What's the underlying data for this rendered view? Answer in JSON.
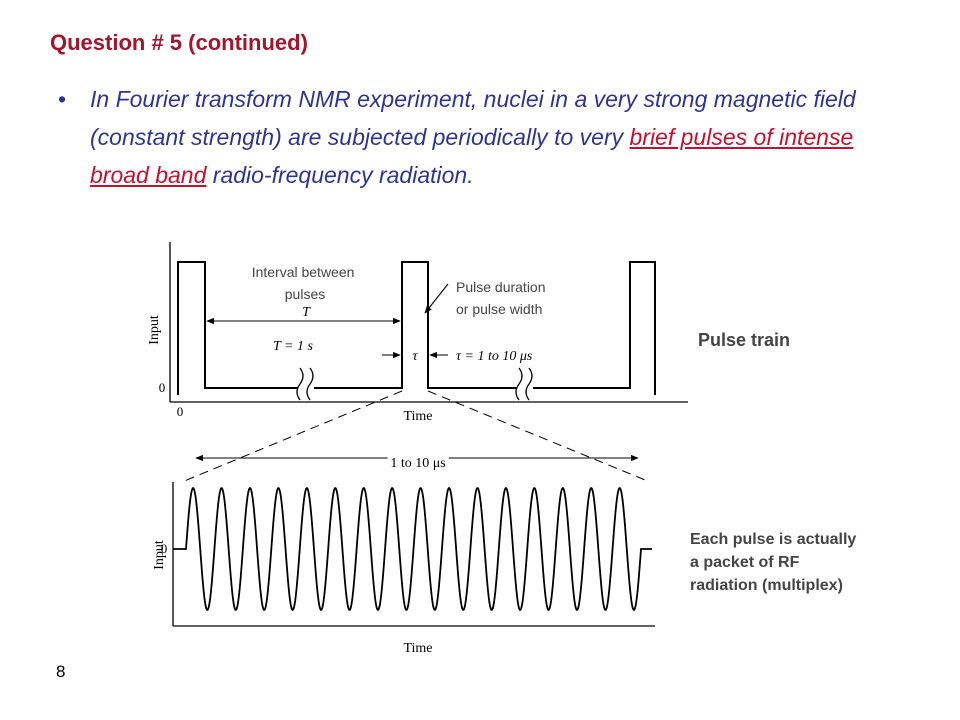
{
  "slide": {
    "title": "Question # 5 (continued)",
    "bullet_marker": "•",
    "bullet_text_before": "In Fourier transform NMR experiment, nuclei in a very strong magnetic field (constant strength) are subjected periodically to very ",
    "bullet_highlight": "brief pulses of intense broad band",
    "bullet_text_after": " radio-frequency radiation.",
    "slide_number": "8",
    "colors": {
      "title": "#a3152b",
      "bullet": "#2d3494",
      "highlight": "#c8102e"
    }
  },
  "diagram": {
    "top_panel": {
      "ylabel": "Input",
      "xlabel": "Time",
      "y_zero": "0",
      "x_zero": "0",
      "interval_label": "Interval between pulses",
      "period_symbol": "T",
      "period_value": "T = 1 s",
      "pulse_label": "Pulse duration or pulse width",
      "tau_symbol": "τ",
      "tau_value": "τ = 1 to 10 μs"
    },
    "zoom_label": "1 to 10 μs",
    "bottom_panel": {
      "ylabel": "Input",
      "xlabel": "Time",
      "y_zero": "0",
      "cycles": 16
    },
    "side_labels": {
      "pulse_train": "Pulse train",
      "packet": [
        "Each pulse is actually",
        "a packet of RF",
        "radiation (multiplex)"
      ]
    }
  }
}
